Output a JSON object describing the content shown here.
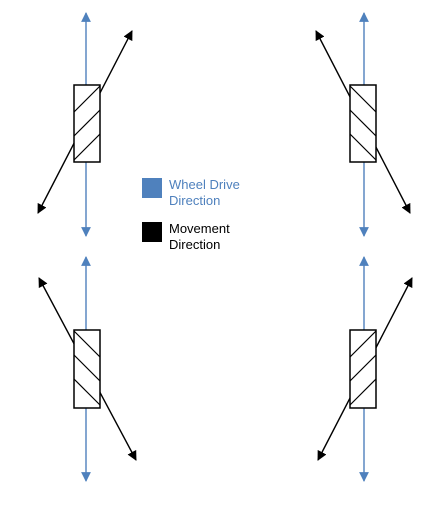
{
  "colors": {
    "wheel_drive": "#4f81bd",
    "movement": "#000000"
  },
  "legend": [
    {
      "label": "Wheel Drive Direction",
      "color": "#4f81bd"
    },
    {
      "label": "Movement Direction",
      "color": "#000000"
    }
  ],
  "wheels": [
    {
      "position": "top-left",
      "movement_diagonal": "up-right / down-left",
      "hatch": "/"
    },
    {
      "position": "top-right",
      "movement_diagonal": "up-left / down-right",
      "hatch": "\\"
    },
    {
      "position": "bottom-left",
      "movement_diagonal": "up-left / down-right",
      "hatch": "\\"
    },
    {
      "position": "bottom-right",
      "movement_diagonal": "up-right / down-left",
      "hatch": "/"
    }
  ]
}
